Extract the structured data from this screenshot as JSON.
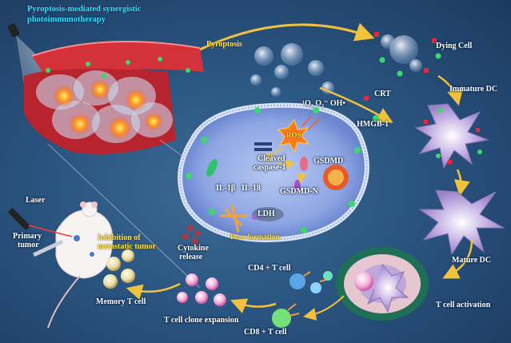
{
  "labels": {
    "title_line1": "Pyroptosis-mediated synergistic",
    "title_line2": "photoimmunotherapy",
    "pyroptosis": "Pyroptosis",
    "dying_cell": "Dying Cell",
    "immature_dc": "Immature DC",
    "crt": "CRT",
    "hmgb1": "HMGB-1",
    "ros_species": "¹O₂ O₂⁻ OH•",
    "ros": "ROS",
    "cleaved_line1": "Cleaved",
    "cleaved_line2": "caspase-1",
    "gsdmd": "GSDMD",
    "il1b": "IL-1β",
    "il18": "IL-18",
    "gsdmdn": "GSDMD-N",
    "ldh": "LDH",
    "pore": "Pore formation",
    "cytokine_line1": "Cytokine",
    "cytokine_line2": "release",
    "laser": "Laser",
    "primary_line1": "Primary",
    "primary_line2": "tumor",
    "inhibition_line1": "Inhibition of",
    "inhibition_line2": "metastatic tumor",
    "mature_dc": "Mature DC",
    "cd4": "CD4 + T cell",
    "memory": "Memory T cell",
    "activation": "T cell activation",
    "expansion": "T cell clone expansion",
    "cd8": "CD8 + T cell"
  },
  "colors": {
    "background": "#2a5581",
    "title_text": "#2fe0ff",
    "highlight_text": "#ffe23a",
    "arrow": "#f2c23c",
    "tumor_red": "#c8202a",
    "dc_purple": "#b9a6d8",
    "membrane": "#c9d6ef"
  }
}
